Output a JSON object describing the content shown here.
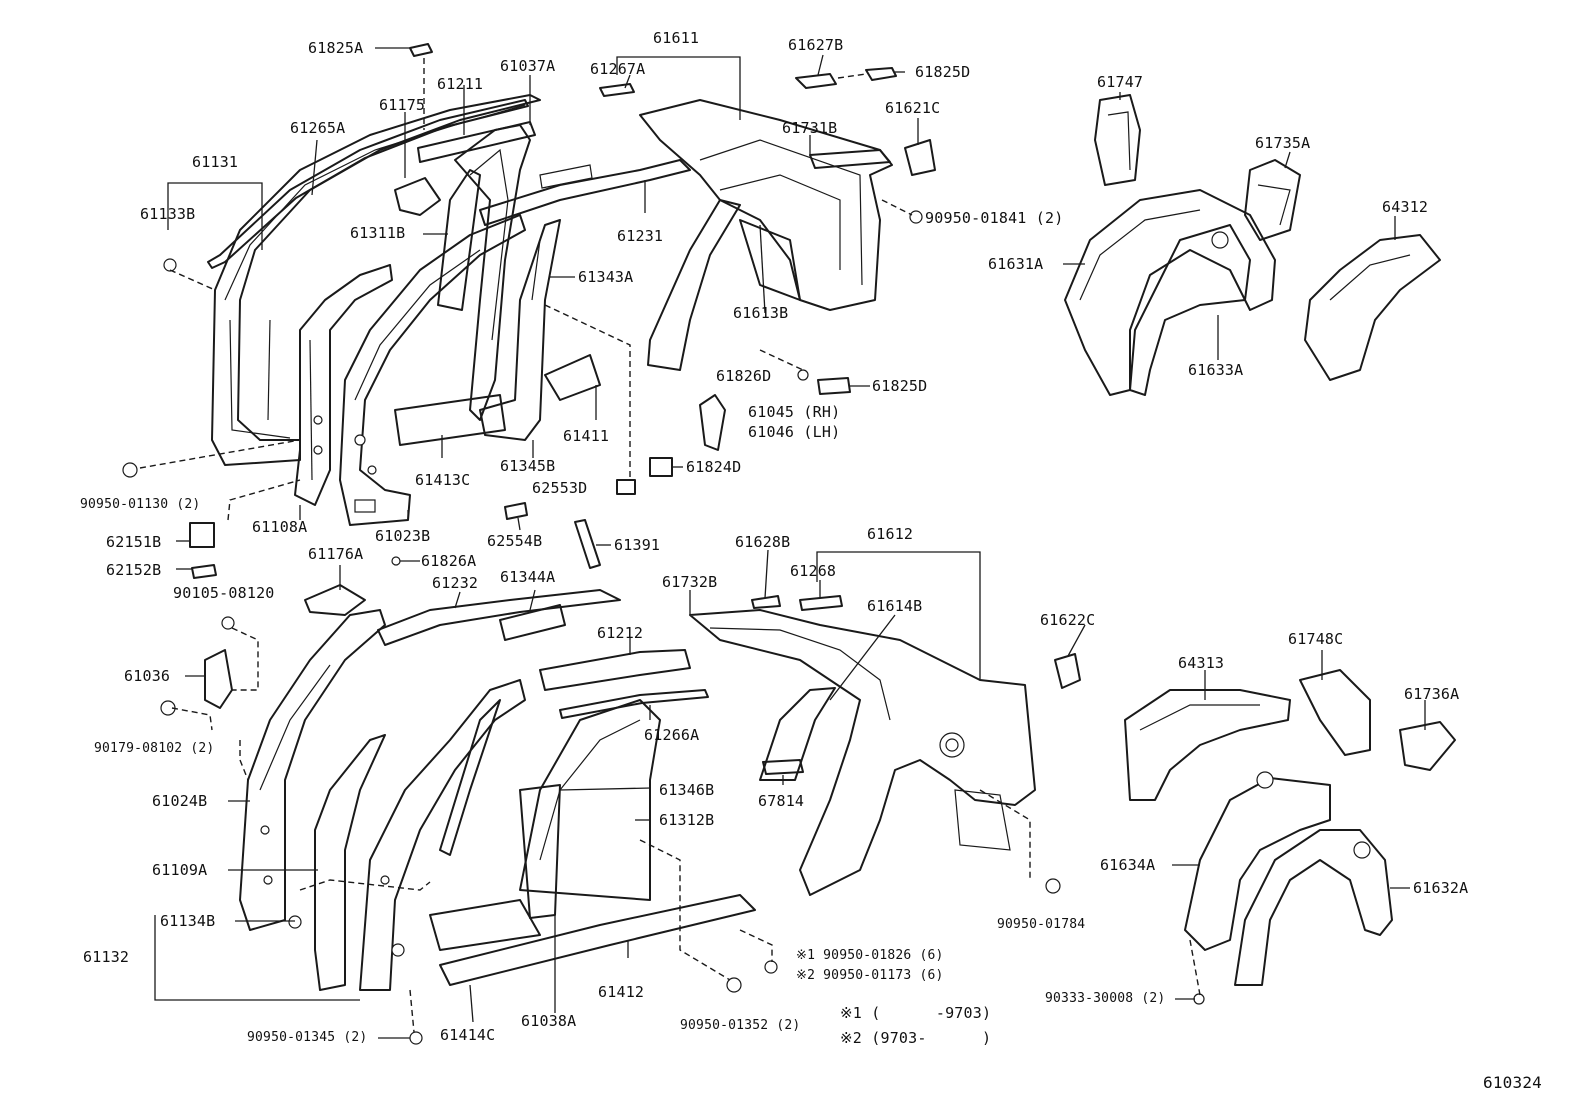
{
  "diagram": {
    "figure_id": "610324",
    "labels": [
      {
        "id": "61825A_top",
        "text": "61825A"
      },
      {
        "id": "61211",
        "text": "61211"
      },
      {
        "id": "61037A",
        "text": "61037A"
      },
      {
        "id": "61611",
        "text": "61611"
      },
      {
        "id": "61267A",
        "text": "61267A"
      },
      {
        "id": "61627B",
        "text": "61627B"
      },
      {
        "id": "61825D_top",
        "text": "61825D"
      },
      {
        "id": "61747",
        "text": "61747"
      },
      {
        "id": "61175",
        "text": "61175"
      },
      {
        "id": "61265A",
        "text": "61265A"
      },
      {
        "id": "61621C",
        "text": "61621C"
      },
      {
        "id": "61731B",
        "text": "61731B"
      },
      {
        "id": "61735A",
        "text": "61735A"
      },
      {
        "id": "61131",
        "text": "61131"
      },
      {
        "id": "61133B",
        "text": "61133B"
      },
      {
        "id": "61311B",
        "text": "61311B"
      },
      {
        "id": "61231",
        "text": "61231"
      },
      {
        "id": "90950-01841",
        "text": "90950-01841 (2)"
      },
      {
        "id": "64312",
        "text": "64312"
      },
      {
        "id": "61631A",
        "text": "61631A"
      },
      {
        "id": "61343A",
        "text": "61343A"
      },
      {
        "id": "61613B",
        "text": "61613B"
      },
      {
        "id": "61633A",
        "text": "61633A"
      },
      {
        "id": "61826D",
        "text": "61826D"
      },
      {
        "id": "61825D_mid",
        "text": "61825D"
      },
      {
        "id": "61045",
        "text": "61045 (RH)"
      },
      {
        "id": "61046",
        "text": "61046 (LH)"
      },
      {
        "id": "61411",
        "text": "61411"
      },
      {
        "id": "61413C",
        "text": "61413C"
      },
      {
        "id": "61345B",
        "text": "61345B"
      },
      {
        "id": "61824D",
        "text": "61824D"
      },
      {
        "id": "62553D",
        "text": "62553D"
      },
      {
        "id": "90950-01130",
        "text": "90950-01130 (2)"
      },
      {
        "id": "61108A",
        "text": "61108A"
      },
      {
        "id": "61023B",
        "text": "61023B"
      },
      {
        "id": "62554B",
        "text": "62554B"
      },
      {
        "id": "61391",
        "text": "61391"
      },
      {
        "id": "62151B",
        "text": "62151B"
      },
      {
        "id": "61628B",
        "text": "61628B"
      },
      {
        "id": "61612",
        "text": "61612"
      },
      {
        "id": "61176A",
        "text": "61176A"
      },
      {
        "id": "61826A",
        "text": "61826A"
      },
      {
        "id": "61268",
        "text": "61268"
      },
      {
        "id": "62152B",
        "text": "62152B"
      },
      {
        "id": "90105-08120",
        "text": "90105-08120"
      },
      {
        "id": "61232",
        "text": "61232"
      },
      {
        "id": "61344A",
        "text": "61344A"
      },
      {
        "id": "61732B",
        "text": "61732B"
      },
      {
        "id": "61614B",
        "text": "61614B"
      },
      {
        "id": "61622C",
        "text": "61622C"
      },
      {
        "id": "61212",
        "text": "61212"
      },
      {
        "id": "61748C",
        "text": "61748C"
      },
      {
        "id": "64313",
        "text": "64313"
      },
      {
        "id": "61036",
        "text": "61036"
      },
      {
        "id": "61736A",
        "text": "61736A"
      },
      {
        "id": "61266A",
        "text": "61266A"
      },
      {
        "id": "90179-08102",
        "text": "90179-08102 (2)"
      },
      {
        "id": "61346B",
        "text": "61346B"
      },
      {
        "id": "67814",
        "text": "67814"
      },
      {
        "id": "61024B",
        "text": "61024B"
      },
      {
        "id": "61312B",
        "text": "61312B"
      },
      {
        "id": "61109A",
        "text": "61109A"
      },
      {
        "id": "61634A",
        "text": "61634A"
      },
      {
        "id": "61632A",
        "text": "61632A"
      },
      {
        "id": "61134B",
        "text": "61134B"
      },
      {
        "id": "90950-01784",
        "text": "90950-01784"
      },
      {
        "id": "90950-01826",
        "text": "※1 90950-01826 (6)"
      },
      {
        "id": "90950-01173",
        "text": "※2 90950-01173 (6)"
      },
      {
        "id": "61132",
        "text": "61132"
      },
      {
        "id": "61412",
        "text": "61412"
      },
      {
        "id": "90333-30008",
        "text": "90333-30008 (2)"
      },
      {
        "id": "90950-01352",
        "text": "90950-01352 (2)"
      },
      {
        "id": "90950-01345",
        "text": "90950-01345 (2)"
      },
      {
        "id": "61414C",
        "text": "61414C"
      },
      {
        "id": "61038A",
        "text": "61038A"
      }
    ],
    "notes": [
      {
        "id": "note1",
        "text": "※1 (      -9703)"
      },
      {
        "id": "note2",
        "text": "※2 (9703-      )"
      }
    ]
  }
}
